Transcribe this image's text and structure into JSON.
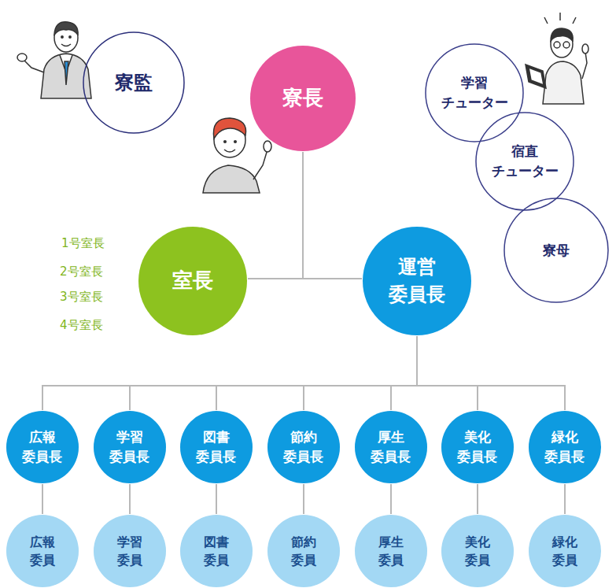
{
  "diagram": {
    "nodes": [
      {
        "text": [
          "寮監"
        ]
      },
      {
        "text": [
          "寮長"
        ]
      },
      {
        "text": [
          "学習 チューター"
        ]
      },
      {
        "text": [
          "宿直 チューター"
        ]
      },
      {
        "text": [
          "寮母"
        ]
      },
      {
        "text": [
          "室長"
        ]
      },
      {
        "text": [
          "運営 委員長"
        ]
      },
      {
        "text": [
          "広報 委員長"
        ]
      },
      {
        "text": [
          "学習 委員長"
        ]
      },
      {
        "text": [
          "図書 委員長"
        ]
      },
      {
        "text": [
          "節約 委員長"
        ]
      },
      {
        "text": [
          "厚生 委員長"
        ]
      },
      {
        "text": [
          "美化 委員長"
        ]
      },
      {
        "text": [
          "緑化 委員長"
        ]
      },
      {
        "text": [
          "広報 委員"
        ]
      },
      {
        "text": [
          "学習 委員"
        ]
      },
      {
        "text": [
          "図書 委員"
        ]
      },
      {
        "text": [
          "節約 委員"
        ]
      },
      {
        "text": [
          "厚生 委員"
        ]
      },
      {
        "text": [
          "美化 委員"
        ]
      },
      {
        "text": [
          "緑化 委員"
        ]
      }
    ],
    "edges": [
      {
        "from": 1,
        "to": 5,
        "arrow": "none"
      },
      {
        "from": 1,
        "to": 6,
        "arrow": "none"
      },
      {
        "from": 6,
        "to": 7,
        "arrow": "none"
      },
      {
        "from": 6,
        "to": 8,
        "arrow": "none"
      },
      {
        "from": 6,
        "to": 9,
        "arrow": "none"
      },
      {
        "from": 6,
        "to": 10,
        "arrow": "none"
      },
      {
        "from": 6,
        "to": 11,
        "arrow": "none"
      },
      {
        "from": 6,
        "to": 12,
        "arrow": "none"
      },
      {
        "from": 6,
        "to": 13,
        "arrow": "none"
      },
      {
        "from": 7,
        "to": 14,
        "arrow": "none"
      },
      {
        "from": 8,
        "to": 15,
        "arrow": "none"
      },
      {
        "from": 9,
        "to": 16,
        "arrow": "none"
      },
      {
        "from": 10,
        "to": 17,
        "arrow": "none"
      },
      {
        "from": 11,
        "to": 18,
        "arrow": "none"
      },
      {
        "from": 12,
        "to": 19,
        "arrow": "none"
      },
      {
        "from": 13,
        "to": 20,
        "arrow": "none"
      }
    ],
    "labels": [
      "1号室長",
      "2号室長",
      "3号室長",
      "4号室長"
    ]
  }
}
